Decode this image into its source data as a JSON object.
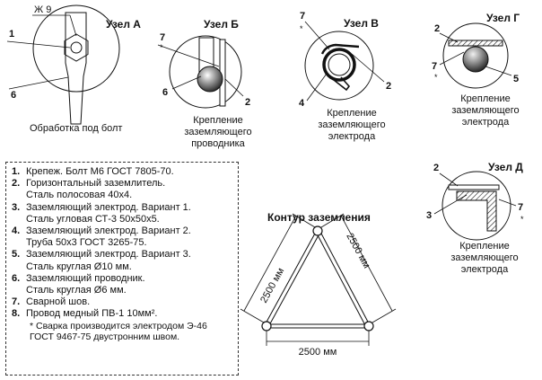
{
  "nodes": {
    "a": {
      "title": "Узел А",
      "size_label": "Ж 9",
      "callout_1": "1",
      "callout_6": "6",
      "caption": "Обработка под болт"
    },
    "b": {
      "title": "Узел Б",
      "callout_7": "7",
      "star": "*",
      "callout_6": "6",
      "callout_2": "2",
      "caption": [
        "Крепление",
        "заземляющего",
        "проводника"
      ]
    },
    "v": {
      "title": "Узел В",
      "callout_7": "7",
      "star": "*",
      "callout_4": "4",
      "callout_2": "2",
      "caption": [
        "Крепление",
        "заземляющего",
        "электрода"
      ]
    },
    "g": {
      "title": "Узел Г",
      "callout_2": "2",
      "callout_7": "7",
      "star": "*",
      "callout_5": "5",
      "caption": [
        "Крепление",
        "заземляющего",
        "электрода"
      ]
    },
    "d": {
      "title": "Узел Д",
      "callout_2": "2",
      "callout_3": "3",
      "callout_7": "7",
      "star": "*",
      "caption": [
        "Крепление",
        "заземляющего",
        "электрода"
      ]
    }
  },
  "contour": {
    "title": "Контур заземления",
    "left_side": "2500 мм",
    "right_side": "2500 мм",
    "base": "2500 мм"
  },
  "legend": {
    "items": [
      {
        "num": "1.",
        "lines": [
          "Крепеж. Болт М6 ГОСТ 7805-70."
        ]
      },
      {
        "num": "2.",
        "lines": [
          "Горизонтальный заземлитель.",
          "Сталь полосовая 40x4."
        ]
      },
      {
        "num": "3.",
        "lines": [
          "Заземляющий электрод. Вариант 1.",
          "Сталь угловая  СТ-3 50x50x5."
        ]
      },
      {
        "num": "4.",
        "lines": [
          "Заземляющий электрод. Вариант 2.",
          "Труба 50x3 ГОСТ 3265-75."
        ]
      },
      {
        "num": "5.",
        "lines": [
          "Заземляющий электрод. Вариант 3.",
          "Сталь круглая  Ø10 мм."
        ]
      },
      {
        "num": "6.",
        "lines": [
          "Заземляющий проводник.",
          "Сталь круглая  Ø6 мм."
        ]
      },
      {
        "num": "7.",
        "lines": [
          "Сварной шов."
        ]
      },
      {
        "num": "8.",
        "lines": [
          "Провод медный ПВ-1 10мм²."
        ]
      }
    ],
    "note": [
      "* Сварка производится электродом Э-46",
      "ГОСТ 9467-75 двустронним швом."
    ]
  }
}
